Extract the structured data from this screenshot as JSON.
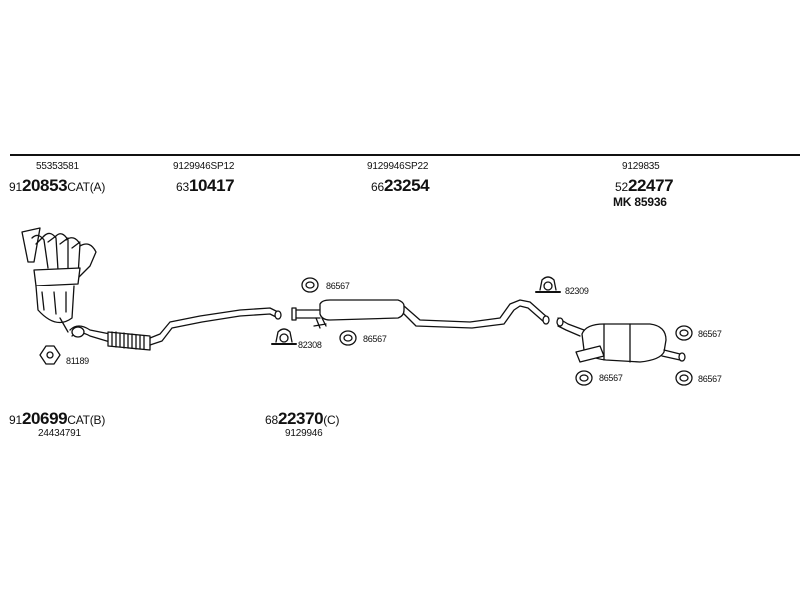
{
  "codes": {
    "c1": {
      "ref": "55353581",
      "pre": "91",
      "main": "20853",
      "suf": "CAT(A)"
    },
    "c2": {
      "ref": "9129946SP12",
      "pre": "63",
      "main": "10417",
      "suf": ""
    },
    "c3": {
      "ref": "9129946SP22",
      "pre": "66",
      "main": "23254",
      "suf": ""
    },
    "c4": {
      "ref": "9129835",
      "pre": "52",
      "main": "22477",
      "suf": "",
      "extra": "MK 85936"
    },
    "c5": {
      "ref": "24434791",
      "pre": "91",
      "main": "20699",
      "suf": "CAT(B)"
    },
    "c6": {
      "ref": "9129946",
      "pre": "68",
      "main": "22370",
      "suf": "(C)"
    }
  },
  "parts": {
    "p81189": "81189",
    "p86567a": "86567",
    "p82308": "82308",
    "p86567b": "86567",
    "p82309": "82309",
    "p86567c": "86567",
    "p86567d": "86567",
    "p86567e": "86567"
  }
}
